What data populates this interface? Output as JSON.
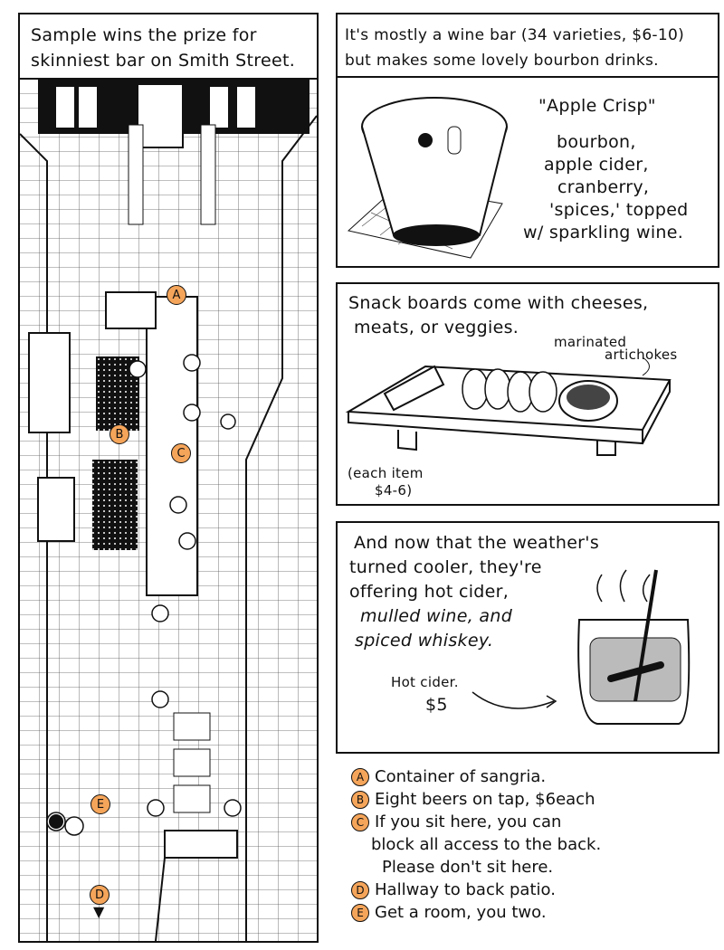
{
  "left_panel": {
    "caption": [
      "Sample wins the prize for",
      "skinniest bar on Smith Street."
    ],
    "markers": [
      "A",
      "B",
      "C",
      "D",
      "E"
    ]
  },
  "wine_panel": {
    "caption": [
      "It's mostly a wine bar (34 varieties, $6-10)",
      "but makes some lovely bourbon drinks."
    ],
    "drink_name": "\"Apple Crisp\"",
    "drink_ingredients": [
      "bourbon,",
      "apple cider,",
      "cranberry,",
      "'spices,' topped",
      "w/ sparkling wine."
    ]
  },
  "snack_panel": {
    "caption": [
      "Snack boards come with cheeses,",
      "meats, or veggies."
    ],
    "annotation": [
      "marinated",
      "artichokes"
    ],
    "price": [
      "(each item",
      "$4-6)"
    ]
  },
  "cider_panel": {
    "caption": [
      "And now that the weather's",
      "turned cooler, they're",
      "offering hot cider,",
      "mulled wine, and",
      "spiced whiskey."
    ],
    "price_label": [
      "Hot cider.",
      "$5"
    ]
  },
  "legend": [
    {
      "marker": "A",
      "text": "Container of sangria."
    },
    {
      "marker": "B",
      "text": "Eight beers on tap, $6each"
    },
    {
      "marker": "C",
      "text": "If you sit here, you can"
    },
    {
      "marker": "",
      "text": "block all access to the back."
    },
    {
      "marker": "",
      "text": "Please don't sit here."
    },
    {
      "marker": "D",
      "text": "Hallway to back patio."
    },
    {
      "marker": "E",
      "text": "Get a room, you two."
    }
  ],
  "colors": {
    "marker": "#f5a55a",
    "ink": "#111111"
  }
}
